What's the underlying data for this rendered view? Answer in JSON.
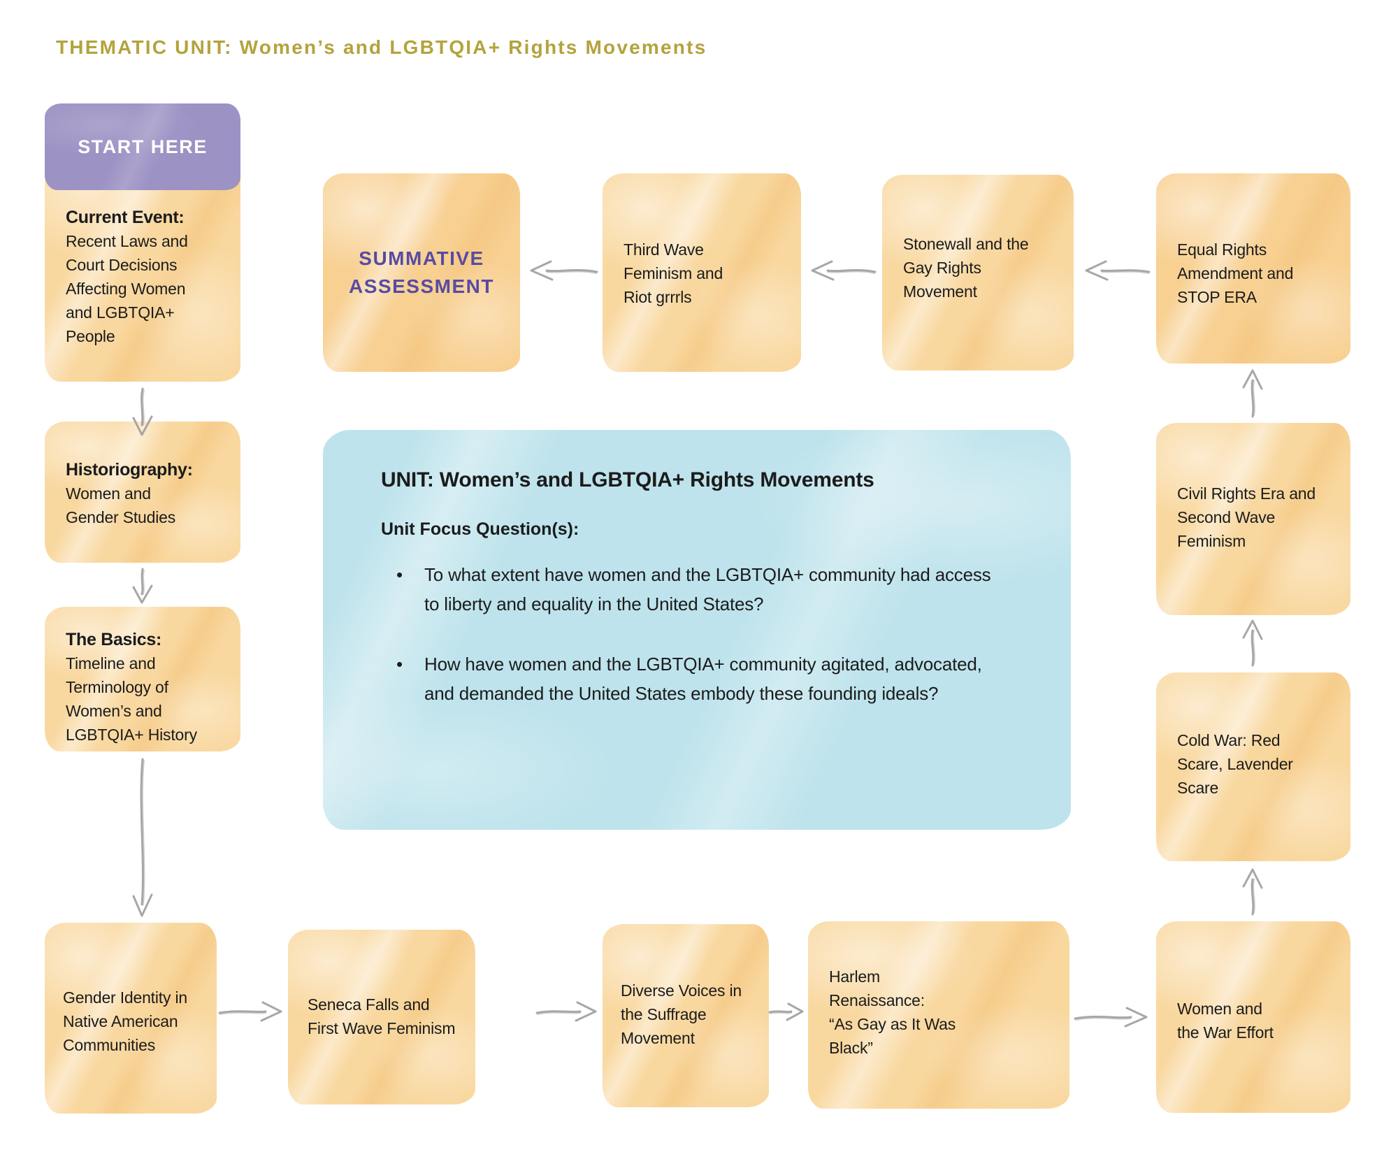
{
  "page_title": "THEMATIC UNIT: Women’s and LGBTQIA+ Rights Movements",
  "start_badge": "START HERE",
  "nodes": {
    "current_event": {
      "lead": "Current Event:",
      "body": "Recent Laws and\nCourt Decisions\nAffecting Women\nand LGBTQIA+\nPeople"
    },
    "historiography": {
      "lead": "Historiography:",
      "body": "Women and\nGender Studies"
    },
    "the_basics": {
      "lead": "The Basics:",
      "body": "Timeline and\nTerminology of\nWomen’s and\nLGBTQIA+ History"
    },
    "gender_identity": {
      "body": "Gender Identity in\nNative American\nCommunities"
    },
    "seneca_falls": {
      "body": "Seneca Falls and\nFirst Wave Feminism"
    },
    "diverse_voices": {
      "body": "Diverse Voices in\nthe Suffrage\nMovement"
    },
    "harlem_renaissance": {
      "body": "Harlem\nRenaissance:\n“As Gay as It Was\nBlack”"
    },
    "women_war_effort": {
      "body": "Women and\nthe War Effort"
    },
    "cold_war": {
      "body": "Cold War: Red\nScare, Lavender\nScare"
    },
    "civil_rights": {
      "body": "Civil Rights Era and\nSecond Wave\nFeminism"
    },
    "equal_rights": {
      "body": "Equal Rights\nAmendment and\nSTOP ERA"
    },
    "stonewall": {
      "body": "Stonewall and the\nGay Rights\nMovement"
    },
    "third_wave": {
      "body": "Third Wave\nFeminism and\nRiot grrrls"
    },
    "summative_assessment": {
      "label": "SUMMATIVE\nASSESSMENT"
    }
  },
  "unit_panel": {
    "title": "UNIT: Women’s and LGBTQIA+ Rights Movements",
    "subtitle": "Unit Focus Question(s):",
    "questions": [
      "To what extent have women and the LGBTQIA+ community had access\nto liberty and equality in the United States?",
      "How have women and the LGBTQIA+ community agitated, advocated,\nand demanded the United States embody these founding ideals?"
    ]
  },
  "colors": {
    "title_olive": "#b3a33c",
    "box_orange": "#f9d8a0",
    "badge_purple": "#9d92c4",
    "summative_purple": "#584ba2",
    "panel_blue": "#bee3ec",
    "arrow_gray": "#9b9b9b"
  }
}
